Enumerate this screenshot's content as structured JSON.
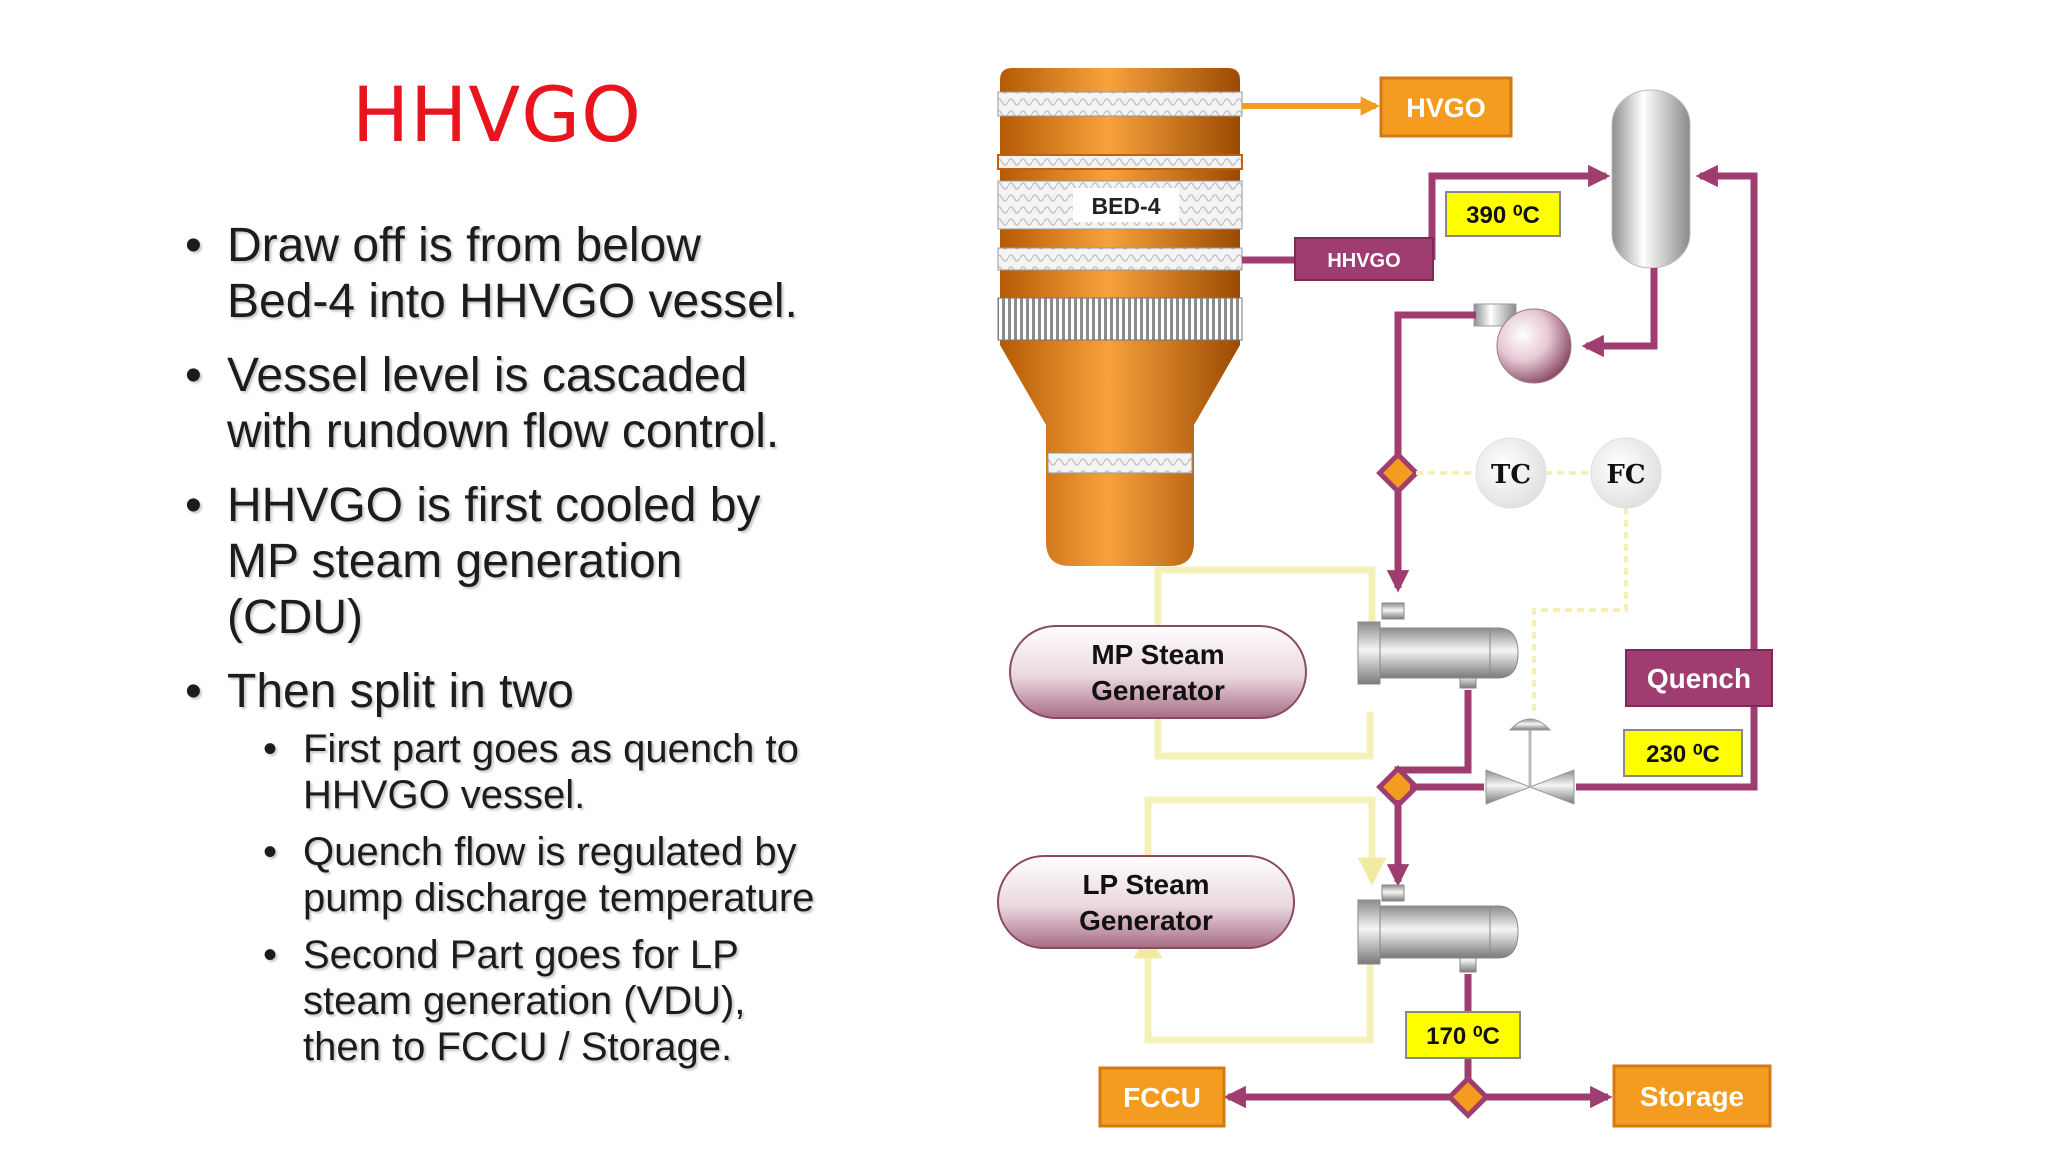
{
  "title": "HHVGO",
  "bullets": [
    {
      "lines": [
        "Draw off is from below",
        "Bed-4 into HHVGO vessel."
      ]
    },
    {
      "lines": [
        "Vessel level is cascaded",
        "with rundown flow control."
      ]
    },
    {
      "lines": [
        "HHVGO is first cooled by",
        "MP steam generation",
        "(CDU)"
      ]
    },
    {
      "lines": [
        "Then split in two"
      ]
    }
  ],
  "sub_bullets": [
    {
      "lines": [
        "First part goes as quench to",
        "HHVGO vessel."
      ]
    },
    {
      "lines": [
        "Quench flow is regulated by",
        "pump discharge temperature"
      ]
    },
    {
      "lines": [
        "Second Part goes for LP",
        "steam generation (VDU),",
        "then to FCCU / Storage."
      ]
    }
  ],
  "diagram": {
    "column_bed_label": "BED-4",
    "hvgo_label": "HVGO",
    "hhvgo_tag": "HHVGO",
    "temp_vessel": "390 ⁰C",
    "tc_label": "TC",
    "fc_label": "FC",
    "quench_label": "Quench",
    "temp_quench": "230 ⁰C",
    "mp_gen_line1": "MP Steam",
    "mp_gen_line2": "Generator",
    "lp_gen_line1": "LP Steam",
    "lp_gen_line2": "Generator",
    "temp_out": "170 ⁰C",
    "fccu_label": "FCCU",
    "storage_label": "Storage",
    "colors": {
      "title": "#e8141e",
      "column": "#e07a0e",
      "orange_box": "#f39c1f",
      "pipe": "#a03d70",
      "temp_box": "#ffff00",
      "steam_loop": "#f4f0b8"
    }
  }
}
